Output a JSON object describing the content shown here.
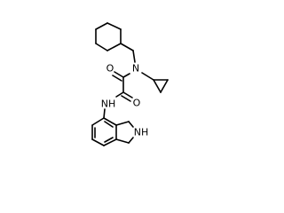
{
  "molecule": {
    "atoms": {
      "n_amide": "N",
      "o_upper": "O",
      "o_lower": "O",
      "nh_amide": "NH",
      "nh_ring": "NH"
    },
    "colors": {
      "bond": "#000000",
      "label": "#000000",
      "background": "#ffffff"
    }
  }
}
